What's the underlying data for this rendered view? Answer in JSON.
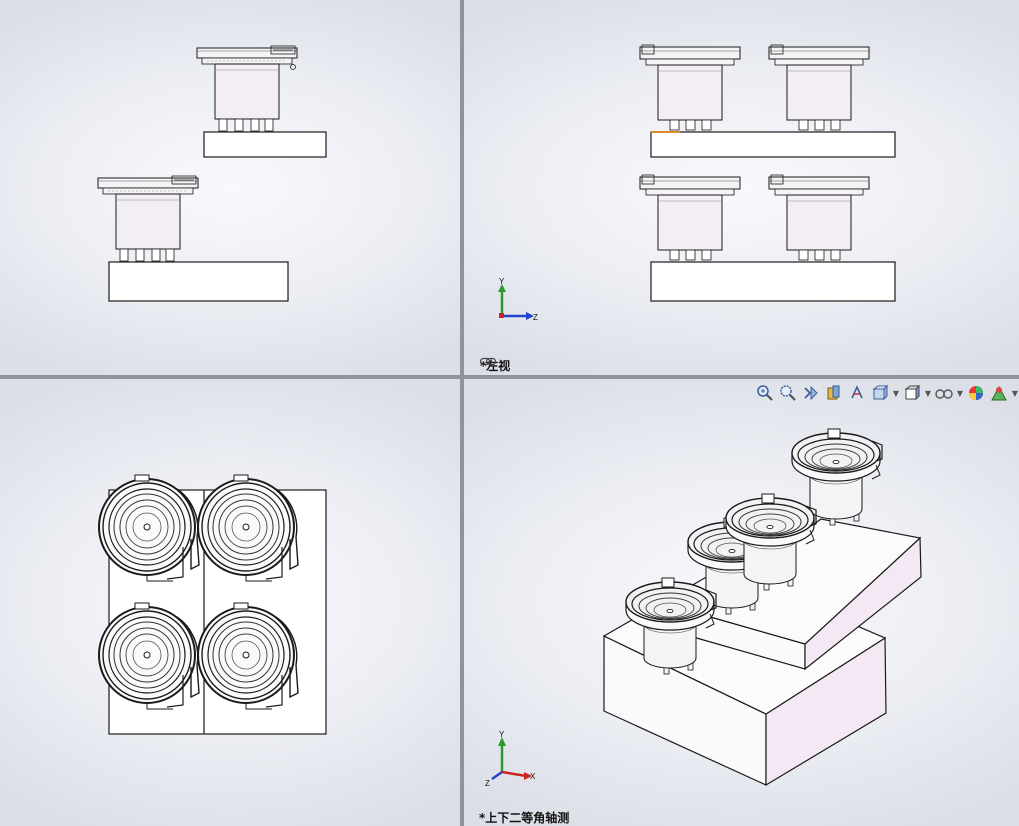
{
  "viewports": {
    "top_left": {
      "label": ""
    },
    "top_right": {
      "label": "*左视"
    },
    "bottom_left": {
      "label": ""
    },
    "bottom_right": {
      "label": "*上下二等角轴测"
    }
  },
  "triad": {
    "left_view": {
      "up": "Y",
      "right": "Z"
    },
    "iso_view": {
      "up": "Y",
      "right": "X",
      "left": "Z"
    }
  },
  "heads_up_toolbar": [
    {
      "name": "zoom-to-fit-icon"
    },
    {
      "name": "zoom-to-area-icon"
    },
    {
      "name": "previous-view-icon"
    },
    {
      "name": "section-view-icon"
    },
    {
      "name": "dynamic-annotation-icon"
    },
    {
      "name": "view-orientation-icon",
      "dropdown": true
    },
    {
      "name": "display-style-icon",
      "dropdown": true
    },
    {
      "name": "hide-show-items-icon",
      "dropdown": true
    },
    {
      "name": "edit-appearance-icon"
    },
    {
      "name": "apply-scene-icon",
      "dropdown": true
    }
  ],
  "colors": {
    "background_light": "#f8f9fc",
    "background_dark": "#dcdfe7",
    "frame": "#8f949c",
    "model_fill": "#f6f3f6",
    "model_edge": "#1a1a1a",
    "model_tint": "#f1e6f1",
    "y_axis": "#2a9a2a",
    "z_axis": "#2244cc",
    "x_axis": "#cc2222"
  }
}
